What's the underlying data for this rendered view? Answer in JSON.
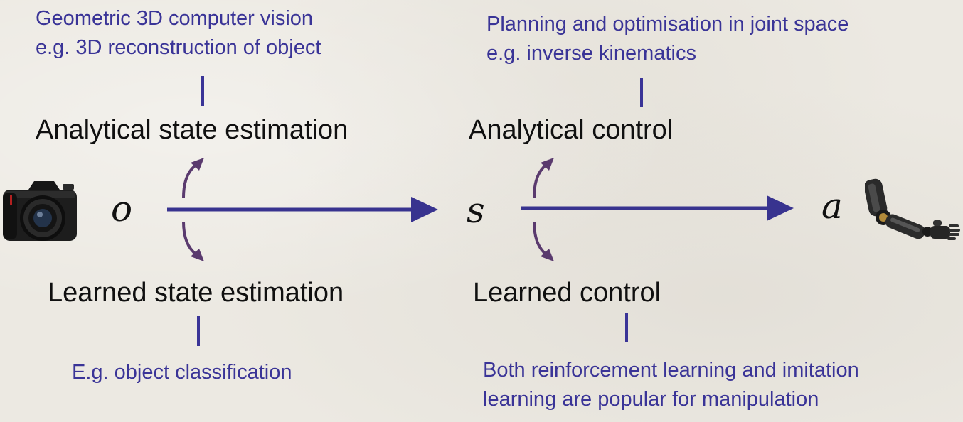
{
  "notes": {
    "state_analytical": {
      "line1": "Geometric 3D computer vision",
      "line2": "e.g. 3D reconstruction of object"
    },
    "control_analytical": {
      "line1": "Planning and optimisation in joint space",
      "line2": "e.g. inverse kinematics"
    },
    "state_learned": {
      "line1": "E.g. object classification"
    },
    "control_learned": {
      "line1": "Both reinforcement learning and imitation",
      "line2": "learning are popular for manipulation"
    }
  },
  "headings": {
    "analytical_state_estimation": "Analytical state estimation",
    "learned_state_estimation": "Learned state estimation",
    "analytical_control": "Analytical control",
    "learned_control": "Learned control"
  },
  "variables": {
    "observation": "o",
    "state": "s",
    "action": "a"
  },
  "icons": {
    "observation_device": "camera-icon",
    "action_device": "robot-arm-icon"
  },
  "colors": {
    "note_text": "#3a3497",
    "main_arrow": "#38338f",
    "branch_arrow": "#5a3a6e",
    "background": "#ece9e2"
  }
}
